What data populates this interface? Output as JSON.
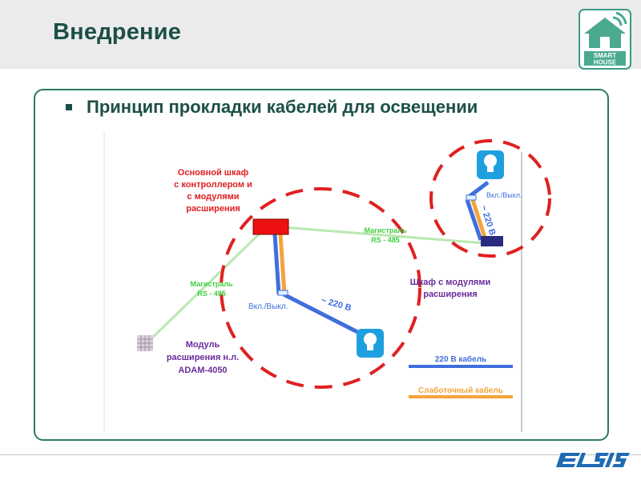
{
  "slide": {
    "title": "Внедрение",
    "heading": "Принцип прокладки кабелей для освещении"
  },
  "logo": {
    "line1": "SMART",
    "line2": "HOUSE"
  },
  "diagram": {
    "main_cabinet_label": [
      "Основной шкаф",
      "с контроллером и",
      "с модулями",
      "расширения"
    ],
    "trunk_label_top": [
      "Магистраль",
      "RS - 485"
    ],
    "trunk_label_left": [
      "Магистраль",
      "RS - 485"
    ],
    "switch_label_main": "Вкл./Выкл.",
    "switch_label_right": "Вкл./Выкл.",
    "voltage_label_main": "~ 220 В",
    "voltage_label_right": "~ 220 В",
    "ext_cabinet_label": [
      "Шкаф с модулями",
      "расширения"
    ],
    "module_label": [
      "Модуль",
      "расширения н.л.",
      "ADAM-4050"
    ],
    "legend": {
      "power_cable": "220 В кабель",
      "low_voltage_cable": "Слаботочный кабель"
    }
  },
  "colors": {
    "title": "#1c4f47",
    "frame": "#2a7a62",
    "dashed_circle": "#e02020",
    "power_cable": "#3f6fdd",
    "low_voltage_cable": "#f5a33a",
    "rs485": "#b9e8b0",
    "label_red": "#e02020",
    "label_purple": "#6a2a9a",
    "label_green": "#3fcf3f",
    "bulb": "#1ea0e0"
  }
}
